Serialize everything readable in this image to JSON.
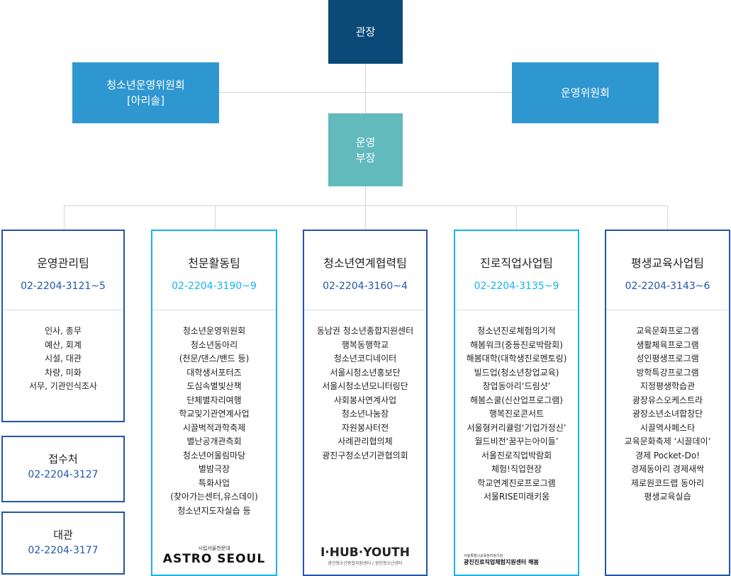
{
  "top": {
    "director": "관장",
    "youth_committee": "청소년운영위원회\n[아리솔]",
    "operating_committee": "운영위원회",
    "manager": "운영\n부장"
  },
  "colors": {
    "director": "#0b4a78",
    "side": "#2f97d0",
    "manager": "#62babd",
    "dark_team": "#2257a8",
    "light_team": "#13b5f0"
  },
  "teams": [
    {
      "name": "운영관리팀",
      "tel": "02-2204-3121~5",
      "items": [
        "인사, 총무",
        "예산, 회계",
        "시설, 대관",
        "차량, 미화",
        "서무, 기관인식조사"
      ]
    },
    {
      "name": "천문활동팀",
      "tel": "02-2204-3190~9",
      "items": [
        "청소년운영위원회",
        "청소년동아리",
        "(천문/댄스/밴드 등)",
        "대학생서포터즈",
        "도심속별빛산책",
        "단체별자리여행",
        "학교및기관연계사업",
        "시끌벅적과학축제",
        "별난공개관측회",
        "청소년어울림마당",
        "별밤극장",
        "특화사업",
        "(찾아가는센터,유스데이)",
        "청소년지도자실습 등"
      ],
      "logo": "ASTRO SEOUL",
      "logo_sub": "시립서울천문대"
    },
    {
      "name": "청소년연계협력팀",
      "tel": "02-2204-3160~4",
      "items": [
        "동남권 청소년종합지원센터",
        "행복동행학교",
        "청소년코디네이터",
        "서울시청소년홍보단",
        "서울시청소년모니터링단",
        "사회봉사연계사업",
        "청소년나눔장",
        "자원봉사터전",
        "사례관리협의체",
        "광진구청소년기관협의회"
      ],
      "logo": "I·HUB·YOUTH",
      "logo_sub": "광진청소년종합지원센터 / 광진청소년센터"
    },
    {
      "name": "진로직업사업팀",
      "tel": "02-2204-3135~9",
      "items": [
        "청소년진로체험의기적",
        "해봄워크(중등진로박람회)",
        "해봄대학(대학생진로멘토링)",
        "빌드업(청소년창업교육)",
        "창업동아리‘드림샷’",
        "해봄스쿨(신산업프로그램)",
        "행복진로콘서트",
        "서울형커리큘럼‘기업가정신’",
        "월드비전‘꿈꾸는아이들’",
        "서울진로직업박람회",
        "체험!직업현장",
        "학교연계진로프로그램",
        "서울RISE미래키움"
      ],
      "logo": "광진진로직업체험지원센터 해봄",
      "logo_sub": "서울특별시교육청지정기관"
    },
    {
      "name": "평생교육사업팀",
      "tel": "02-2204-3143~6",
      "items": [
        "교육문화프로그램",
        "생활체육프로그램",
        "성인평생프로그램",
        "방학특강프로그램",
        "지정평생학습관",
        "광장유스오케스트라",
        "광장소년소녀합창단",
        "시끌역사페스타",
        "교육문화축제 ‘시끌데이’",
        "경제 Pocket-Do!",
        "경제동아리 경제새싹",
        "제로원코드랩 동아리",
        "평생교육실습"
      ]
    }
  ],
  "reception": {
    "name": "접수처",
    "tel": "02-2204-3127"
  },
  "rental": {
    "name": "대관",
    "tel": "02-2204-3177"
  }
}
